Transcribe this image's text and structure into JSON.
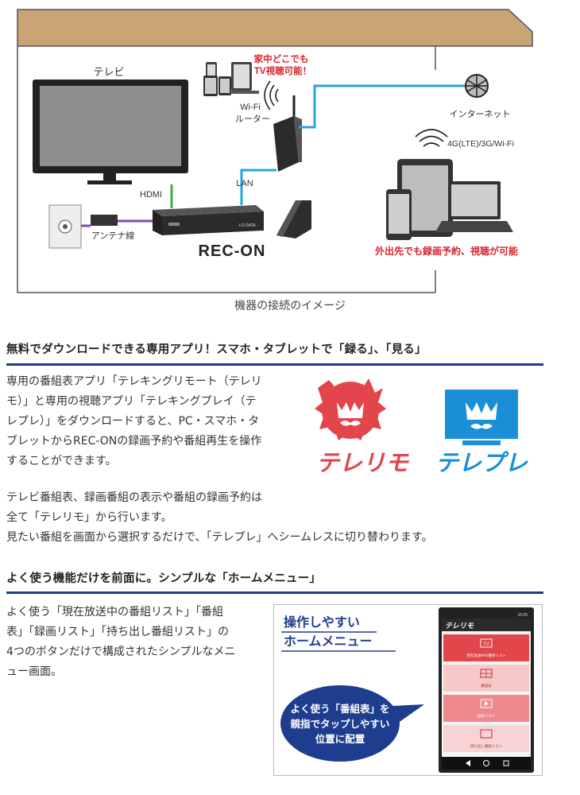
{
  "diagram": {
    "tv_label": "テレビ",
    "roam_line1": "家中どこでも",
    "roam_line2": "TV視聴可能！",
    "router_line1": "Wi-Fi",
    "router_line2": "ルーター",
    "internet_label": "インターネット",
    "network_label": "4G(LTE)/3G/Wi-Fi",
    "hdmi_label": "HDMI",
    "lan_label": "LAN",
    "antenna_label": "アンテナ線",
    "brand_small": "I-O DATA",
    "product_logo": "REC-ON",
    "outdoor_text": "外出先でも録画予約、視聴が可能",
    "caption": "機器の接続のイメージ"
  },
  "section1": {
    "title": "無料でダウンロードできる専用アプリ！スマホ・タブレットで「録る」、「見る」",
    "para1": [
      "専用の番組表アプリ「テレキングリモート（テレリ",
      "モ）」と専用の視聴アプリ「テレキングプレイ（テ",
      "レプレ）」をダウンロードすると、PC・スマホ・タ",
      "ブレットからREC-ONの録画予約や番組再生を操作",
      "することができます。"
    ],
    "para2": [
      "テレビ番組表、録画番組の表示や番組の録画予約は",
      "全て「テレリモ」から行います。",
      "見たい番組を画面から選択するだけで、「テレプレ」へシームレスに切り替わります。"
    ],
    "app1_logo": "テレリモ",
    "app2_logo": "テレプレ"
  },
  "section2": {
    "title": "よく使う機能だけを前面に。シンプルな「ホームメニュー」",
    "para": [
      "よく使う「現在放送中の番組リスト」「番組",
      "表」「録画リスト」「持ち出し番組リスト」の",
      "4つのボタンだけで構成されたシンプルなメニ",
      "ュー画面。"
    ],
    "heading_line1": "操作しやすい",
    "heading_line2": "ホームメニュー",
    "bubble_line1": "よく使う「番組表」を",
    "bubble_line2": "親指でタップしやすい",
    "bubble_line3": "位置に配置",
    "phone": {
      "status_time": "16:05",
      "app_title": "テレリモ",
      "buttons": [
        "現在放送中の番組リスト",
        "番組表",
        "録画リスト",
        "持ち出し番組リスト"
      ],
      "tv_icon_text": "TV"
    }
  },
  "colors": {
    "accent_red": "#e2454a",
    "accent_blue": "#1a8fd8",
    "section_line": "#1e3d8f",
    "roof": "#c9a474",
    "wire_blue": "#29a3dc"
  }
}
